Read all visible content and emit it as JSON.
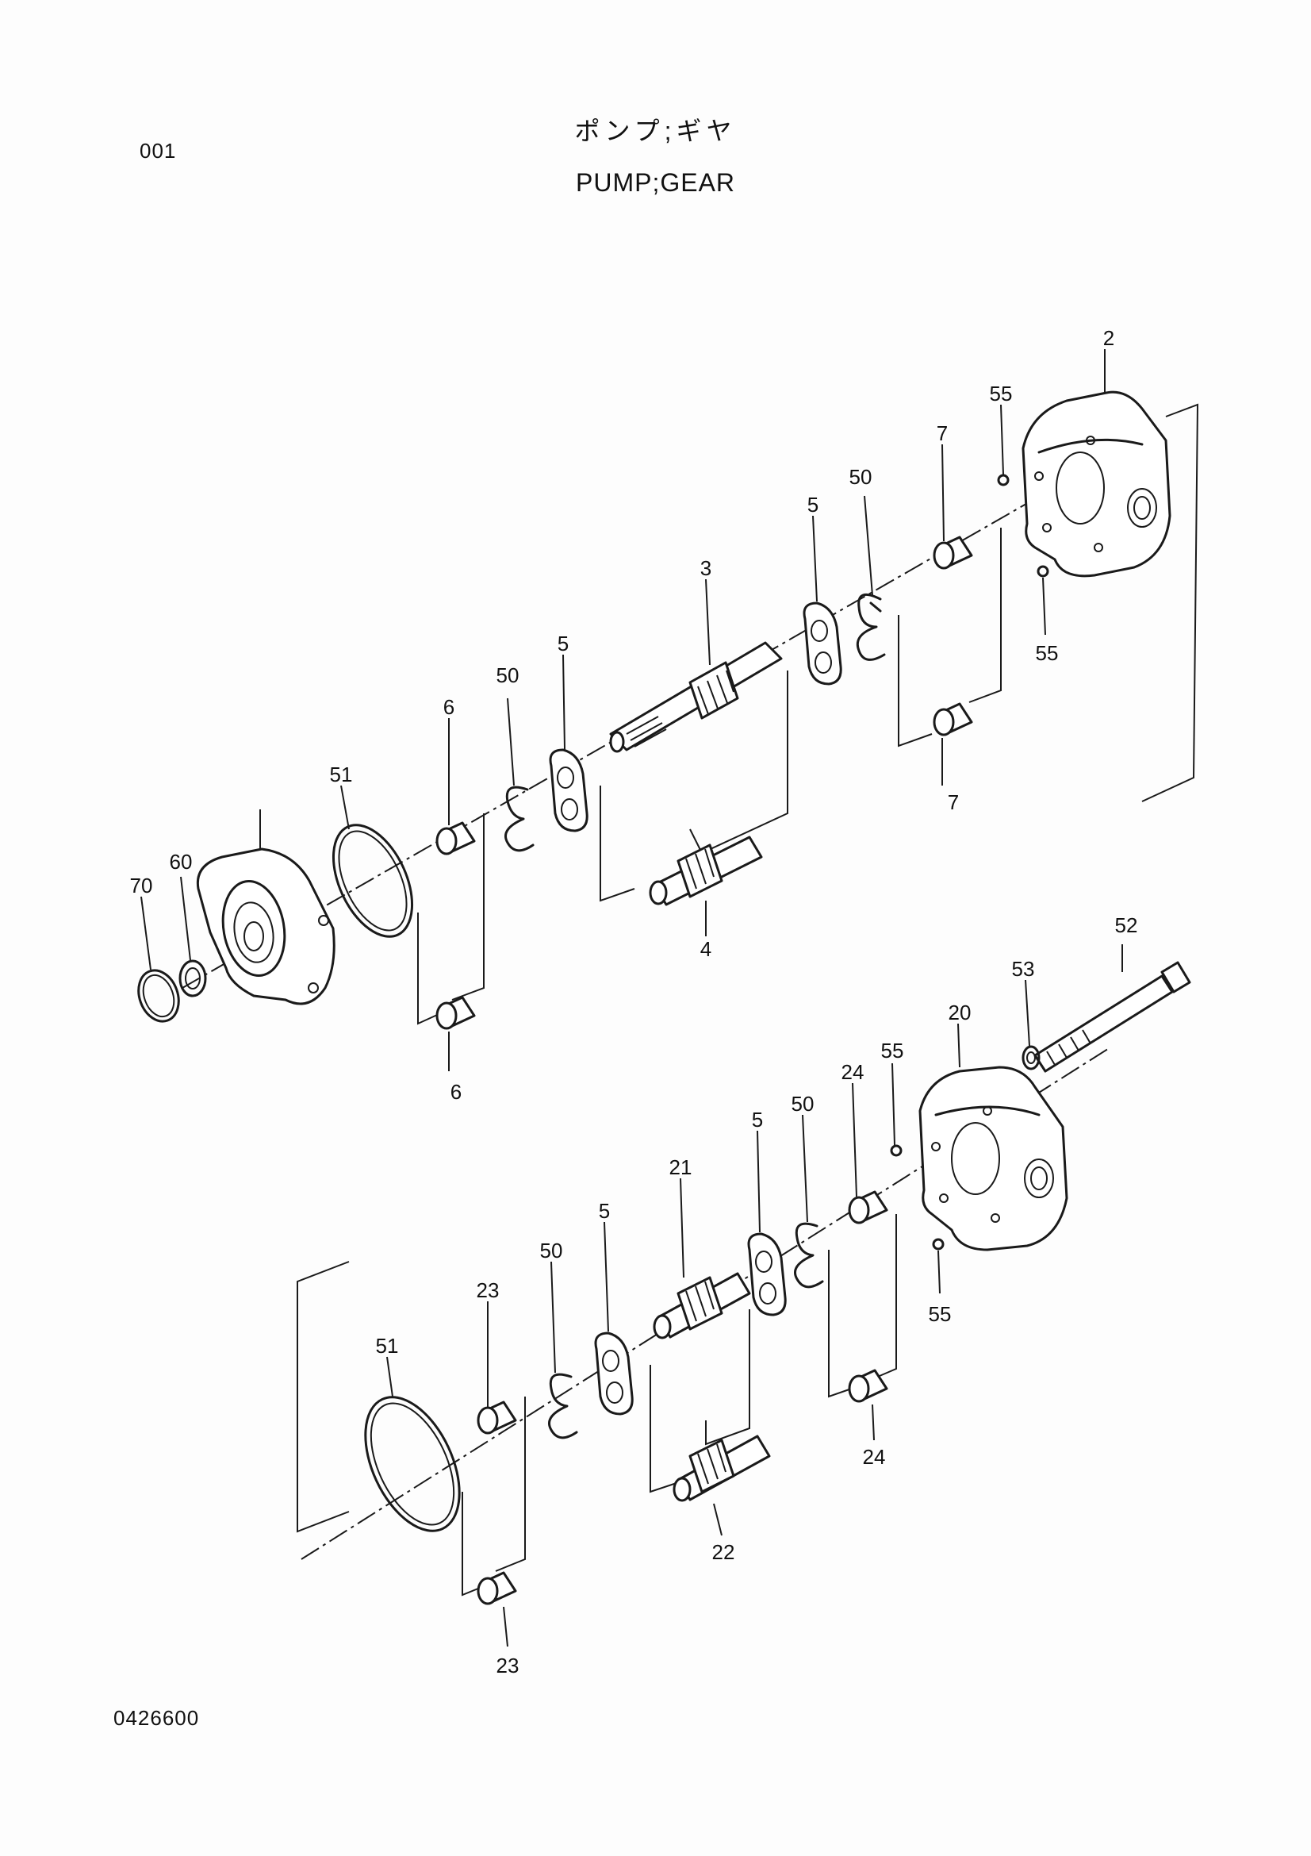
{
  "header": {
    "page_number": "001",
    "title_jp": "ポンプ;ギヤ",
    "title_en": "PUMP;GEAR"
  },
  "footer": {
    "drawing_code": "0426600"
  },
  "callouts": {
    "c2": "2",
    "c55a": "55",
    "c55b": "55",
    "c7a": "7",
    "c7b": "7",
    "c50a": "50",
    "c5a": "5",
    "c3": "3",
    "c5b": "5",
    "c50b": "50",
    "c6a": "6",
    "c6b": "6",
    "c51a": "51",
    "c60": "60",
    "c70": "70",
    "c4": "4",
    "c52": "52",
    "c53": "53",
    "c20": "20",
    "c55c": "55",
    "c24a": "24",
    "c50c": "50",
    "c5c": "5",
    "c21": "21",
    "c50d": "50",
    "c5d": "5",
    "c23a": "23",
    "c51b": "51",
    "c55d": "55",
    "c24b": "24",
    "c22": "22",
    "c23b": "23"
  }
}
